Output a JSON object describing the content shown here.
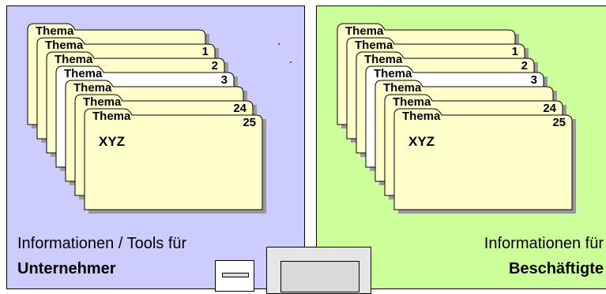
{
  "colors": {
    "left_panel_bg": "#ccccff",
    "right_panel_bg": "#ccff99",
    "folder_fill": "#ffffcc",
    "folder_highlight": "#ffffff",
    "folder_shadow": "#999999"
  },
  "left_panel": {
    "folders": [
      {
        "title": "Thema",
        "number": ""
      },
      {
        "title": "Thema",
        "number": "1"
      },
      {
        "title": "Thema",
        "number": "2"
      },
      {
        "title": "Thema",
        "number": "3"
      },
      {
        "title": "Thema",
        "number": ""
      },
      {
        "title": "Thema",
        "number": "24"
      },
      {
        "title": "Thema",
        "subtitle": "XYZ",
        "number": "25"
      }
    ],
    "caption_line1": "Informationen / Tools für",
    "caption_line2": "Unternehmer"
  },
  "right_panel": {
    "folders": [
      {
        "title": "Thema",
        "number": ""
      },
      {
        "title": "Thema",
        "number": "1"
      },
      {
        "title": "Thema",
        "number": "2"
      },
      {
        "title": "Thema",
        "number": "3"
      },
      {
        "title": "Thema",
        "number": ""
      },
      {
        "title": "Thema",
        "number": "24"
      },
      {
        "title": "Thema",
        "subtitle": "XYZ",
        "number": "25"
      }
    ],
    "caption_line1": "Informationen für",
    "caption_line2": "Beschäftigte"
  },
  "icons": {
    "folder_stack": "folder-icon",
    "computer": "computer-icon"
  }
}
